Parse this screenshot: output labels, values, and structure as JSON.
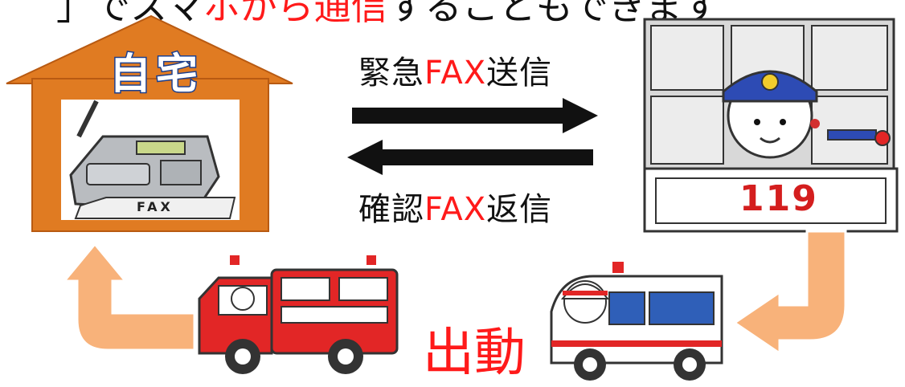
{
  "top_caption": {
    "before": "」でスマ",
    "highlight": "ホから通信",
    "after": "することもできます"
  },
  "house": {
    "label": "自宅"
  },
  "fax_device": {
    "label": "FAX"
  },
  "arrow_send": {
    "prefix": "緊急",
    "highlight": "FAX",
    "suffix": "送信"
  },
  "arrow_reply": {
    "prefix": "確認",
    "highlight": "FAX",
    "suffix": "返信"
  },
  "dispatch": {
    "label": "出動"
  },
  "dispatch_panel": {
    "number": "119"
  },
  "colors": {
    "house": "#e07b22",
    "accent_red": "#ff1a1a",
    "flow_arrow": "#f8b27a",
    "arrow_black": "#111111"
  }
}
